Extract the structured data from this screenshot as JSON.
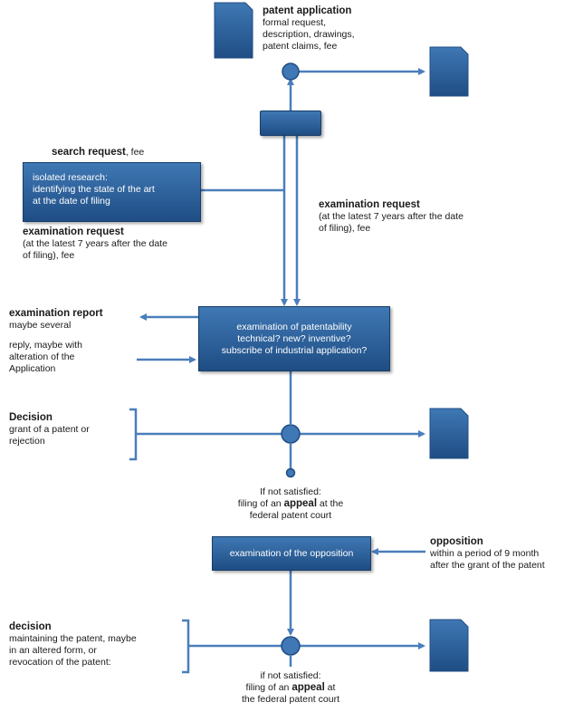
{
  "patent_application": {
    "title": "patent application",
    "details": [
      "formal request,",
      "description, drawings,",
      "patent claims, fee"
    ]
  },
  "search_request": {
    "title": "search request",
    "suffix": ", fee"
  },
  "isolated_research": {
    "lines": [
      "isolated research:",
      "identifying the state of the art",
      "at the date of filing"
    ]
  },
  "examination_request_left": {
    "title": "examination request",
    "details": [
      "(at the latest 7 years after the date",
      "of filing), fee"
    ]
  },
  "examination_request_right": {
    "title": "examination request",
    "details": [
      "(at the latest 7 years after the date",
      "of filing), fee"
    ]
  },
  "examination_report": {
    "title": "examination report",
    "detail": "maybe several"
  },
  "reply": {
    "lines": [
      "reply, maybe with",
      "alteration of the",
      "Application"
    ]
  },
  "examination_box": {
    "lines": [
      "examination of patentability",
      "technical? new? inventive?",
      "subscribe of industrial application?"
    ]
  },
  "decision_1": {
    "title": "Decision",
    "details": [
      "grant of a patent or",
      "rejection"
    ]
  },
  "appeal_1": {
    "line1": "If not satisfied:",
    "prefix": "filing of an ",
    "keyword": "appeal",
    "suffix": " at the",
    "line3": "federal patent court"
  },
  "opposition_box": {
    "label": "examination of the opposition"
  },
  "opposition": {
    "title": "opposition",
    "details": [
      "within a period of 9 month",
      "after the grant of the patent"
    ]
  },
  "decision_2": {
    "title": "decision",
    "details": [
      "maintaining the patent, maybe",
      "in an altered form, or",
      "revocation of the patent:"
    ]
  },
  "appeal_2": {
    "line1": "if not satisfied:",
    "prefix": "filing of an ",
    "keyword": "appeal",
    "suffix": " at",
    "line3": "the federal patent court"
  },
  "colors": {
    "line": "#4a7ebb",
    "box_top": "#3f78b4",
    "box_bottom": "#1f4d84"
  },
  "icons": [
    "document-icon"
  ]
}
